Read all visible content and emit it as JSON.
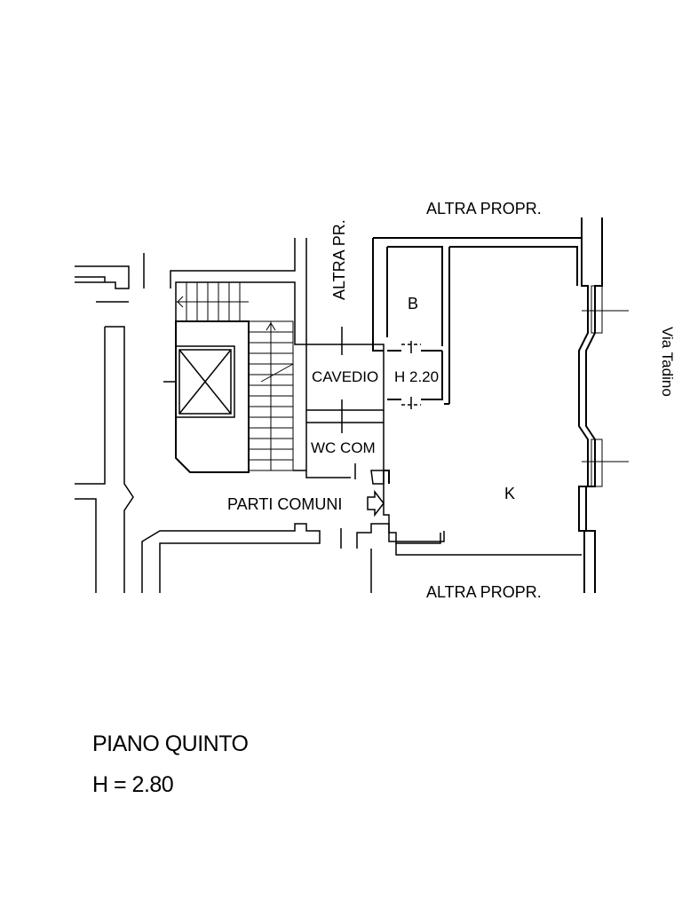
{
  "plan": {
    "labels": {
      "altra_propr_top": "ALTRA PROPR.",
      "altra_pr_vertical": "ALTRA PR.",
      "room_b": "B",
      "cavedio": "CAVEDIO",
      "h_220": "H 2.20",
      "wc_com": "WC COM",
      "parti_comuni": "PARTI COMUNI",
      "room_k": "K",
      "altra_propr_bottom": "ALTRA PROPR.",
      "via_tadino": "Via Tadino"
    }
  },
  "caption": {
    "title": "PIANO QUINTO",
    "height": "H = 2.80"
  }
}
